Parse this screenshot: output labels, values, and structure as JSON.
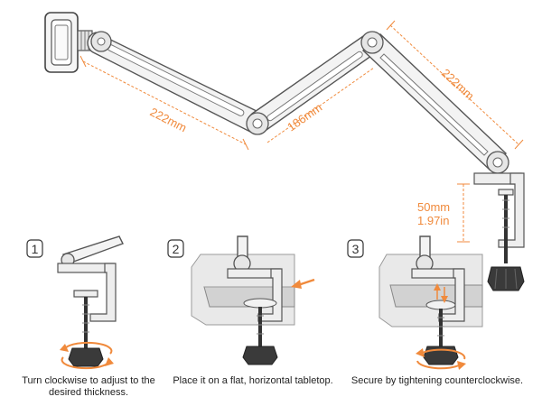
{
  "dimensions": {
    "arm1": "222mm",
    "arm2": "186mm",
    "arm3": "222mm",
    "clamp_mm": "50mm",
    "clamp_in": "1.97in"
  },
  "steps": [
    {
      "number": "1",
      "caption_line1": "Turn clockwise to adjust to the",
      "caption_line2": "desired thickness."
    },
    {
      "number": "2",
      "caption_line1": "Place it on a flat, horizontal tabletop.",
      "caption_line2": ""
    },
    {
      "number": "3",
      "caption_line1": "Secure by tightening counterclockwise.",
      "caption_line2": ""
    }
  ],
  "colors": {
    "accent": "#f08a3c",
    "line": "#555555"
  }
}
